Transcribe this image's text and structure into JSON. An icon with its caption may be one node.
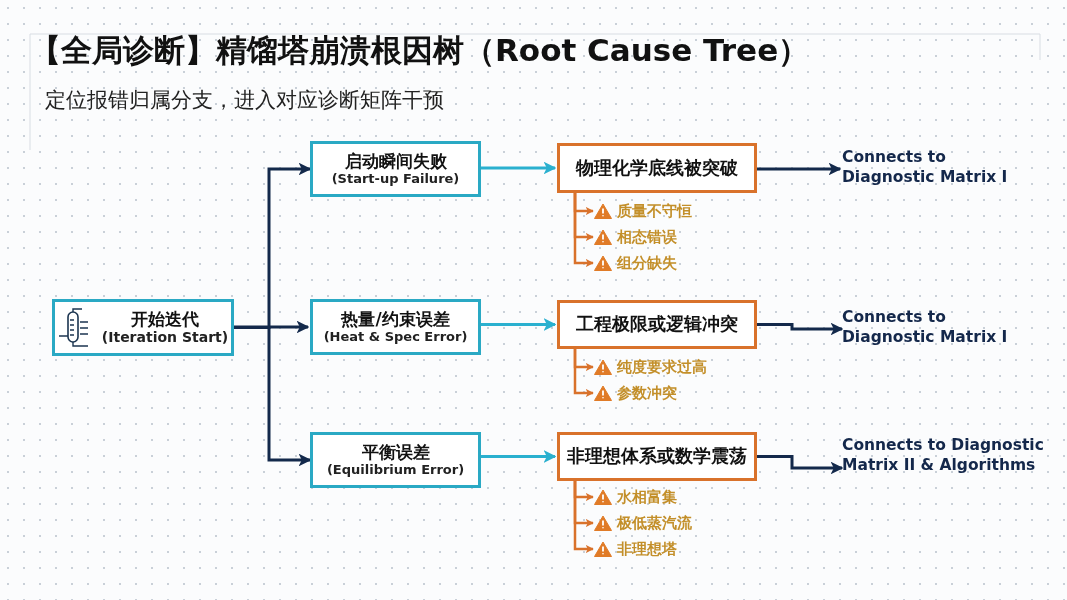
{
  "diagram": {
    "title": "【全局诊断】精馏塔崩溃根因树（Root Cause Tree）",
    "nodes": [
      {
        "text": [
          "开始迭代",
          "(Iteration Start)"
        ]
      },
      {
        "text": [
          "启动瞬间失败",
          "(Start-up Failure)"
        ]
      },
      {
        "text": [
          "热量/约束误差",
          "(Heat & Spec Error)"
        ]
      },
      {
        "text": [
          "平衡误差",
          "(Equilibrium Error)"
        ]
      },
      {
        "text": [
          "物理化学底线被突破"
        ]
      },
      {
        "text": [
          "工程极限或逻辑冲突"
        ]
      },
      {
        "text": [
          "非理想体系或数学震荡"
        ]
      },
      {
        "text": [
          "Connects to Diagnostic Matrix I"
        ]
      },
      {
        "text": [
          "Connects to Diagnostic Matrix I"
        ]
      },
      {
        "text": [
          "Connects to Diagnostic Matrix II & Algorithms"
        ]
      },
      {
        "text": [
          "质量不守恒"
        ]
      },
      {
        "text": [
          "相态错误"
        ]
      },
      {
        "text": [
          "组分缺失"
        ]
      },
      {
        "text": [
          "纯度要求过高"
        ]
      },
      {
        "text": [
          "参数冲突"
        ]
      },
      {
        "text": [
          "水相富集"
        ]
      },
      {
        "text": [
          "极低蒸汽流"
        ]
      },
      {
        "text": [
          "非理想塔"
        ]
      }
    ],
    "edges": [
      {
        "from": 0,
        "to": 1,
        "arrow": "to",
        "color": "#13294b"
      },
      {
        "from": 0,
        "to": 2,
        "arrow": "to",
        "color": "#13294b"
      },
      {
        "from": 0,
        "to": 3,
        "arrow": "to",
        "color": "#13294b"
      },
      {
        "from": 1,
        "to": 4,
        "arrow": "to",
        "color": "#2ab0cf"
      },
      {
        "from": 2,
        "to": 5,
        "arrow": "to",
        "color": "#2ab0cf"
      },
      {
        "from": 3,
        "to": 6,
        "arrow": "to",
        "color": "#2ab0cf"
      },
      {
        "from": 4,
        "to": 7,
        "arrow": "to",
        "color": "#13294b"
      },
      {
        "from": 5,
        "to": 8,
        "arrow": "to",
        "color": "#13294b"
      },
      {
        "from": 6,
        "to": 9,
        "arrow": "to",
        "color": "#13294b"
      },
      {
        "from": 4,
        "to": 10,
        "arrow": "to"
      },
      {
        "from": 4,
        "to": 11,
        "arrow": "to"
      },
      {
        "from": 4,
        "to": 12,
        "arrow": "to"
      },
      {
        "from": 5,
        "to": 13,
        "arrow": "to"
      },
      {
        "from": 5,
        "to": 14,
        "arrow": "to"
      },
      {
        "from": 6,
        "to": 15,
        "arrow": "to"
      },
      {
        "from": 6,
        "to": 16,
        "arrow": "to"
      },
      {
        "from": 6,
        "to": 17,
        "arrow": "to"
      }
    ],
    "labels": [
      "定位报错归属分支，进入对应诊断矩阵干预"
    ]
  }
}
